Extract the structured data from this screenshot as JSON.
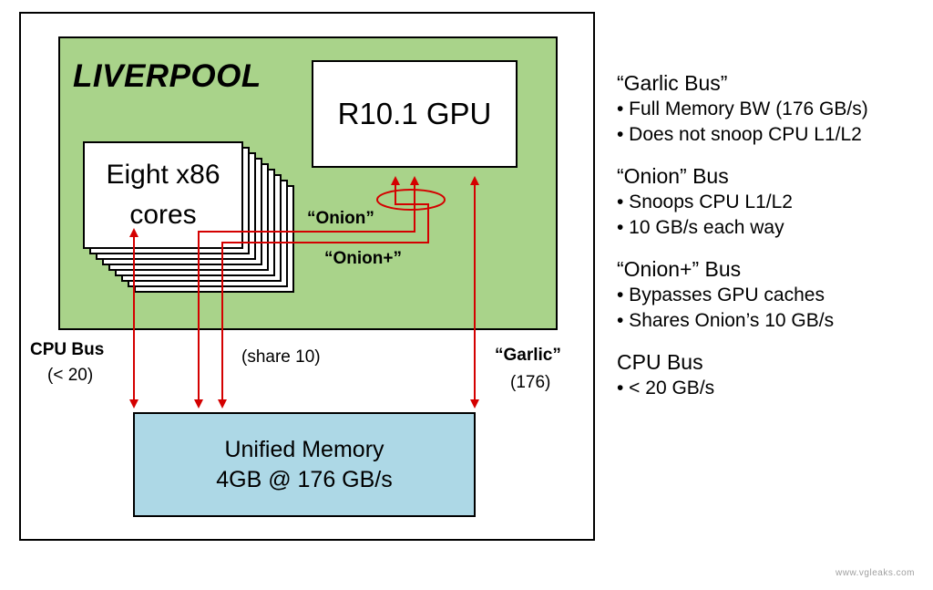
{
  "diagram": {
    "chip_title": "LIVERPOOL",
    "gpu_label": "R10.1 GPU",
    "cores_label_line1": "Eight x86",
    "cores_label_line2": "cores",
    "memory_line1": "Unified Memory",
    "memory_line2": "4GB @ 176 GB/s",
    "onion_label": "“Onion”",
    "onion_plus_label": "“Onion+”",
    "cpu_bus_label": "CPU Bus",
    "cpu_bus_value": "(< 20)",
    "share_label": "(share 10)",
    "garlic_label": "“Garlic”",
    "garlic_value": "(176)"
  },
  "legend": [
    {
      "heading": "“Garlic Bus”",
      "items": [
        "• Full Memory BW (176 GB/s)",
        "• Does not snoop CPU L1/L2"
      ]
    },
    {
      "heading": "“Onion” Bus",
      "items": [
        "• Snoops CPU L1/L2",
        "• 10 GB/s each way"
      ]
    },
    {
      "heading": "“Onion+” Bus",
      "items": [
        "• Bypasses GPU caches",
        "• Shares Onion’s 10 GB/s"
      ]
    },
    {
      "heading": "CPU Bus",
      "items": [
        "• < 20 GB/s"
      ]
    }
  ],
  "watermark": "www.vgleaks.com",
  "colors": {
    "chip_fill": "#a9d38a",
    "memory_fill": "#add8e6",
    "bus_line": "#d40000"
  }
}
